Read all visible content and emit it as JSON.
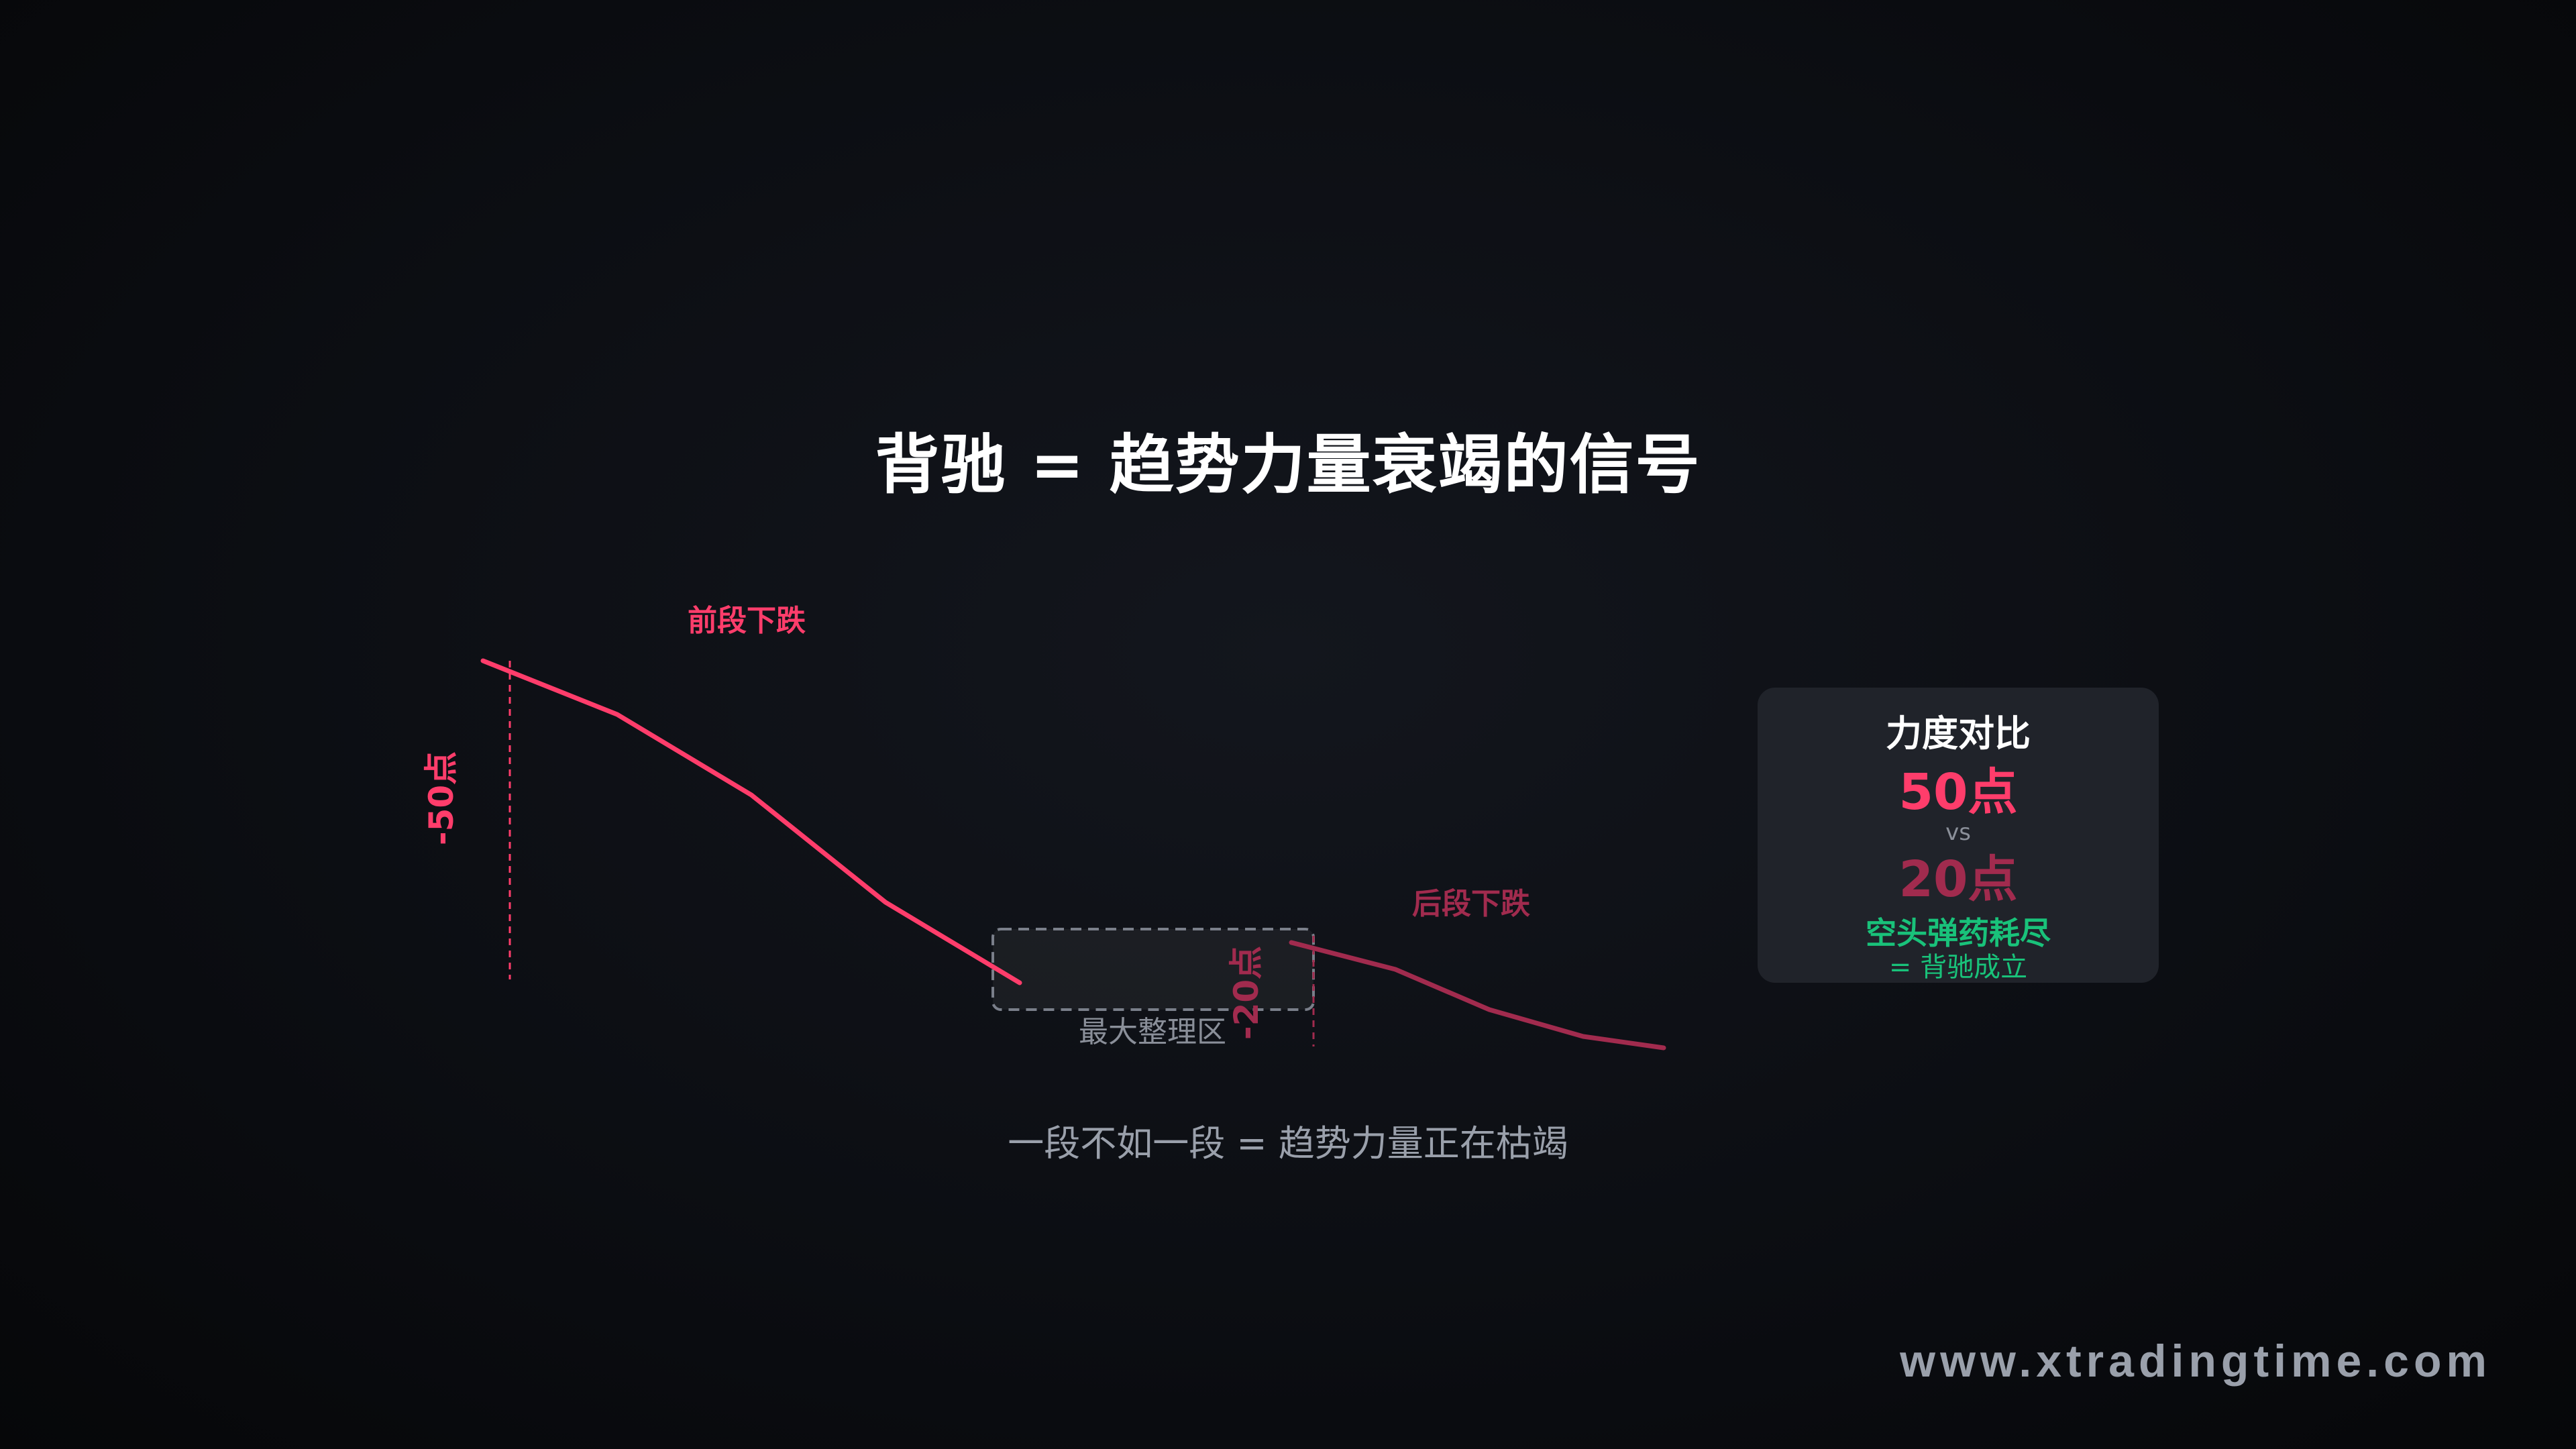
{
  "title": "背驰 = 趋势力量衰竭的信号",
  "diagram": {
    "segment1": {
      "label": "前段下跌",
      "drop_label": "-50点"
    },
    "segment2": {
      "label": "后段下跌",
      "drop_label": "-20点"
    },
    "consolidation_label": "最大整理区"
  },
  "comparison": {
    "title": "力度对比",
    "value1": "50点",
    "vs": "vs",
    "value2": "20点",
    "conclusion_line1": "空头弹药耗尽",
    "conclusion_line2": "= 背驰成立"
  },
  "caption": "一段不如一段 = 趋势力量正在枯竭",
  "watermark": "www.xtradingtime.com",
  "colors": {
    "strong": "#ff3d6b",
    "weak": "#a12b4e",
    "signal": "#19c27a",
    "box": "#7a7f8a"
  }
}
